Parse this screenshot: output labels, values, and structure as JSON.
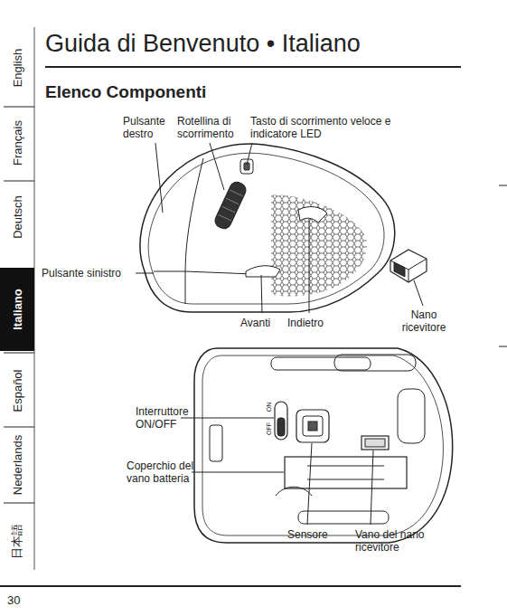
{
  "diagram": {
    "title": "Guida di Benvenuto • Italiano",
    "nodes": [
      {
        "text": [
          "Italiano"
        ]
      }
    ],
    "labels": [
      "English",
      "Français",
      "Deutsch",
      "Español",
      "Nederlands",
      "日本語",
      "Elenco Componenti",
      "Pulsante destro",
      "Rotellina di scorrimento",
      "Tasto di scorrimento veloce e indicatore LED",
      "Pulsante sinistro",
      "Avanti",
      "Indietro",
      "Nano ricevitore",
      "Interruttore ON/OFF",
      "Coperchio del vano batteria",
      "Sensore",
      "Vano del nano ricevitore",
      "OFF",
      "ON",
      "30"
    ]
  }
}
